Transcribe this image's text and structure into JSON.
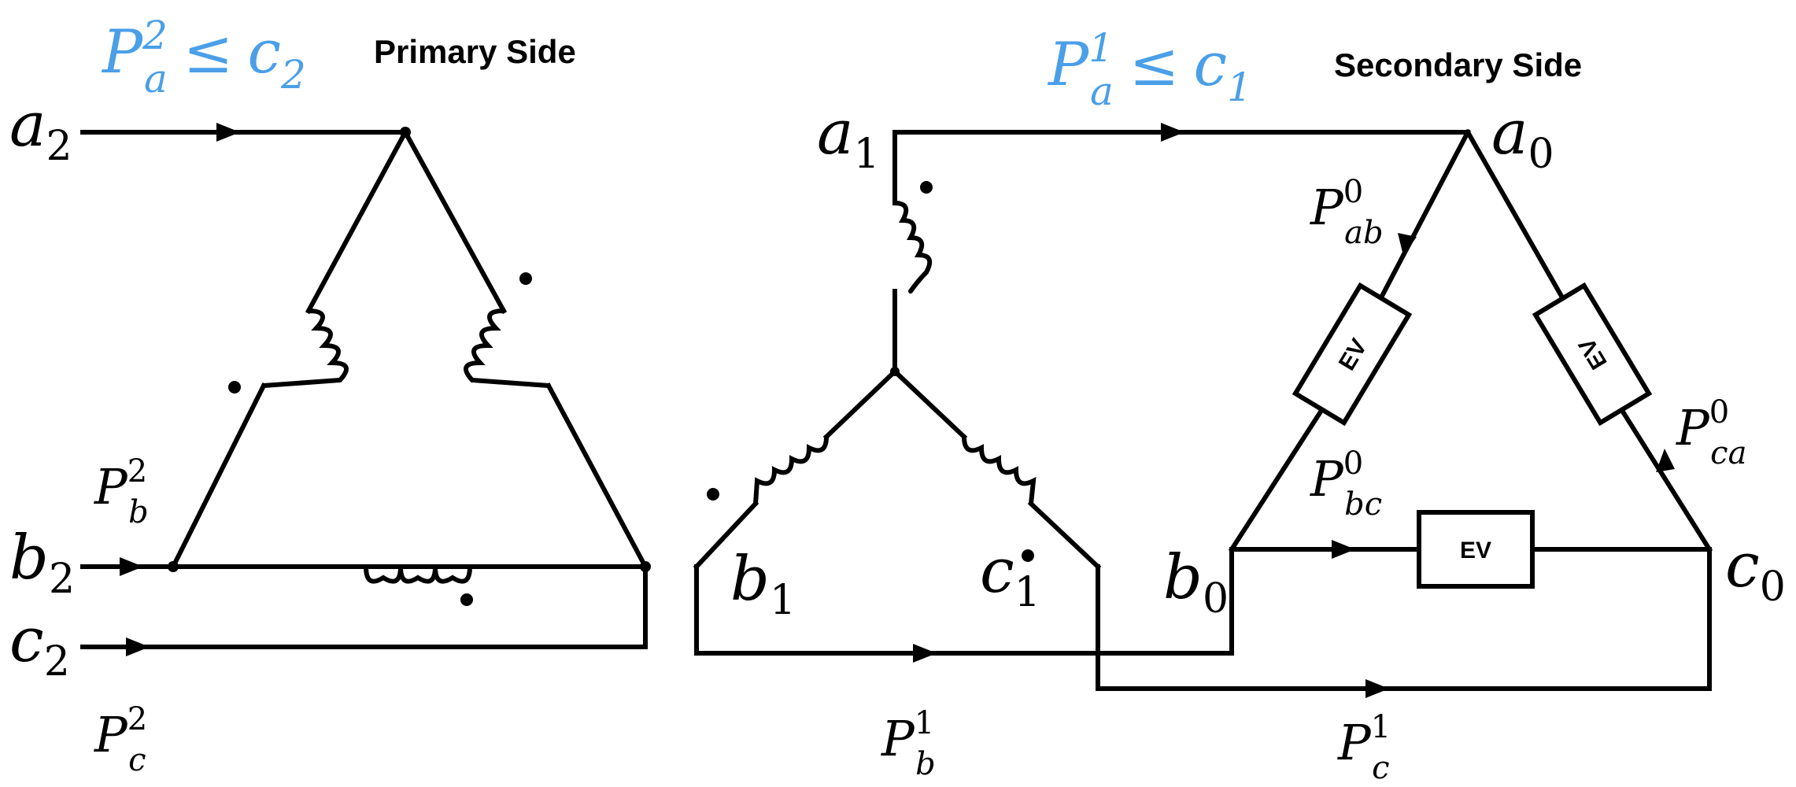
{
  "primary": {
    "title": "Primary Side",
    "constraint": {
      "P": "P",
      "sub": "a",
      "sup": "2",
      "op": "≤",
      "c": "c",
      "csub": "2"
    },
    "terminals": [
      {
        "letter": "a",
        "sub": "2"
      },
      {
        "letter": "b",
        "sub": "2"
      },
      {
        "letter": "c",
        "sub": "2"
      }
    ],
    "powers": [
      {
        "P": "P",
        "sub": "b",
        "sup": "2"
      },
      {
        "P": "P",
        "sub": "c",
        "sup": "2"
      }
    ]
  },
  "secondary": {
    "title": "Secondary Side",
    "constraint": {
      "P": "P",
      "sub": "a",
      "sup": "1",
      "op": "≤",
      "c": "c",
      "csub": "1"
    },
    "wye_terminals": [
      {
        "letter": "a",
        "sub": "1"
      },
      {
        "letter": "b",
        "sub": "1"
      },
      {
        "letter": "c",
        "sub": "1"
      }
    ],
    "delta_nodes": [
      {
        "letter": "a",
        "sub": "0"
      },
      {
        "letter": "b",
        "sub": "0"
      },
      {
        "letter": "c",
        "sub": "0"
      }
    ],
    "branch_powers": [
      {
        "P": "P",
        "sub": "ab",
        "sup": "0"
      },
      {
        "P": "P",
        "sub": "bc",
        "sup": "0"
      },
      {
        "P": "P",
        "sub": "ca",
        "sup": "0"
      }
    ],
    "line_powers": [
      {
        "P": "P",
        "sub": "b",
        "sup": "1"
      },
      {
        "P": "P",
        "sub": "c",
        "sup": "1"
      }
    ],
    "ev_label": "EV"
  },
  "colors": {
    "constraint": "#4a9fe8",
    "wire": "#000000"
  }
}
